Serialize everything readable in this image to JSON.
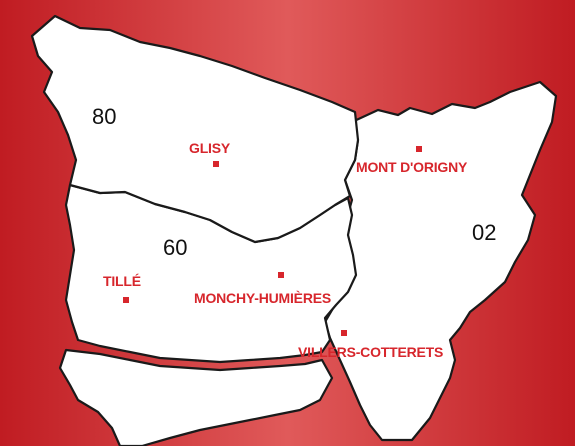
{
  "colors": {
    "background_dark": "#c01c22",
    "background_light": "#e05a5a",
    "region_fill": "#ffffff",
    "border": "#1a1a1a",
    "label": "#d7262c",
    "marker": "#d7262c",
    "dept_number": "#111111"
  },
  "departments": [
    {
      "id": "somme",
      "number": "80"
    },
    {
      "id": "oise",
      "number": "60"
    },
    {
      "id": "aisne",
      "number": "02"
    }
  ],
  "cities": [
    {
      "id": "glisy",
      "name": "GLISY"
    },
    {
      "id": "mont-d-origny",
      "name": "MONT D'ORIGNY"
    },
    {
      "id": "tille",
      "name": "TILLÉ"
    },
    {
      "id": "monchy-humieres",
      "name": "MONCHY-HUMIÈRES"
    },
    {
      "id": "villers-cotterets",
      "name": "VILLERS-COTTERETS"
    }
  ]
}
